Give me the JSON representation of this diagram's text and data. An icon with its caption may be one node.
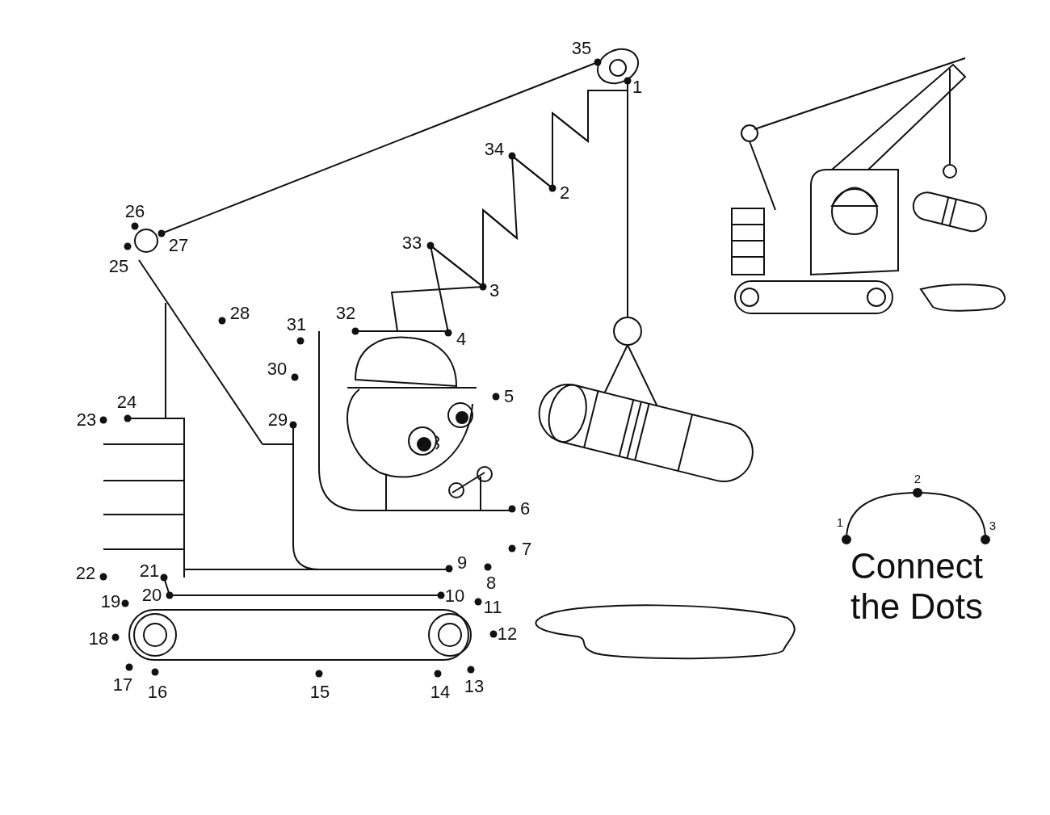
{
  "diagram": {
    "title": "Connect the Dots",
    "labels": [
      "35",
      "1",
      "34",
      "2",
      "26",
      "27",
      "25",
      "33",
      "3",
      "28",
      "31",
      "32",
      "4",
      "30",
      "5",
      "23",
      "24",
      "29",
      "6",
      "7",
      "22",
      "21",
      "9",
      "8",
      "20",
      "10",
      "11",
      "19",
      "18",
      "12",
      "17",
      "16",
      "15",
      "14",
      "13",
      "1",
      "2",
      "3"
    ]
  }
}
